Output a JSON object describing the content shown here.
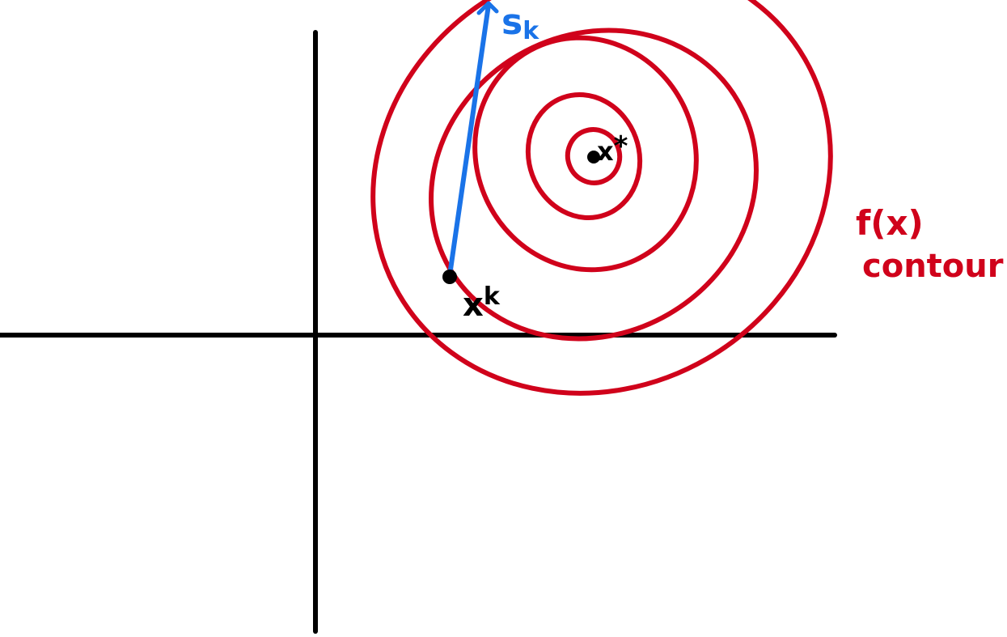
{
  "labels": {
    "direction": "s",
    "direction_sub": "k",
    "current_point": "x",
    "current_point_sup": "k",
    "optimum": "x",
    "optimum_sup": "*",
    "contour_line1": "f(x)",
    "contour_line2": "contour"
  },
  "colors": {
    "axes": "#000000",
    "contour": "#d0021b",
    "direction": "#1a73e8",
    "points": "#000000",
    "contour_label": "#d0021b",
    "direction_label": "#1a73e8"
  },
  "icons": {
    "direction_arrowhead": "arrowhead-icon"
  }
}
